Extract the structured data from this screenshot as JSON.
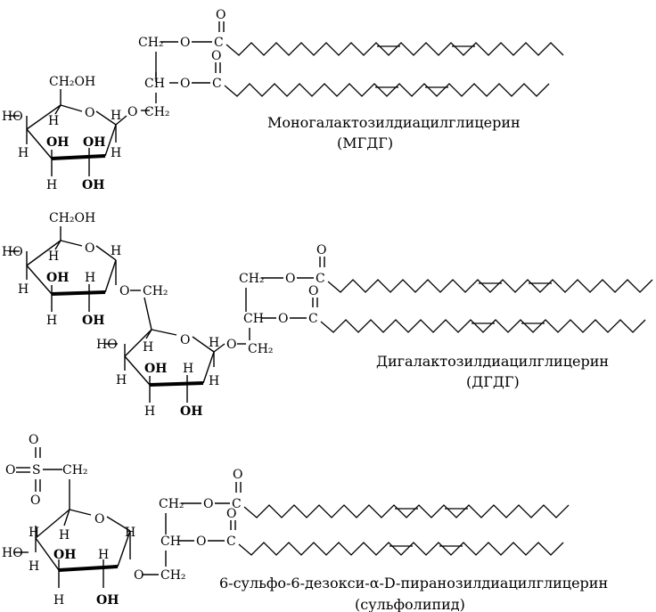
{
  "structures": [
    {
      "name": "Моногалактозилдиацилглицерин",
      "abbr": "(МГДГ)",
      "sugar1": {
        "ch2oh": "CH₂OH",
        "ring_o": "O",
        "ho_left": "HO",
        "h": "H",
        "oh": "OH",
        "o_link": "O"
      },
      "glycerol": {
        "ch2_top": "CH₂",
        "ch": "CH",
        "ch2_bottom": "CH₂",
        "o": "O",
        "c": "C",
        "carbonyl_o": "O"
      }
    },
    {
      "name": "Дигалактозилдиацилглицерин",
      "abbr": "(ДГДГ)",
      "sugar1": {
        "ch2oh": "CH₂OH",
        "ring_o": "O",
        "ho_left": "HO",
        "h": "H",
        "oh": "OH",
        "o_link": "O",
        "ch2_link": "CH₂"
      },
      "sugar2": {
        "ring_o": "O",
        "ho_left": "HO",
        "h": "H",
        "oh": "OH",
        "o_link": "O"
      },
      "glycerol": {
        "ch2_top": "CH₂",
        "ch": "CH",
        "ch2_bottom": "CH₂",
        "o": "O",
        "c": "C",
        "carbonyl_o": "O"
      }
    },
    {
      "name": "6-сульфо-6-дезокси-α-D-пиранозилдиацилглицерин",
      "abbr": "(сульфолипид)",
      "sulfo": {
        "s": "S",
        "o": "O",
        "ch2": "CH₂"
      },
      "sugar1": {
        "ring_o": "O",
        "ho_left": "HO",
        "h": "H",
        "oh": "OH",
        "o_link": "O"
      },
      "glycerol": {
        "ch2_top": "CH₂",
        "ch": "CH",
        "ch2_bottom": "CH₂",
        "o": "O",
        "c": "C",
        "carbonyl_o": "O"
      }
    }
  ]
}
